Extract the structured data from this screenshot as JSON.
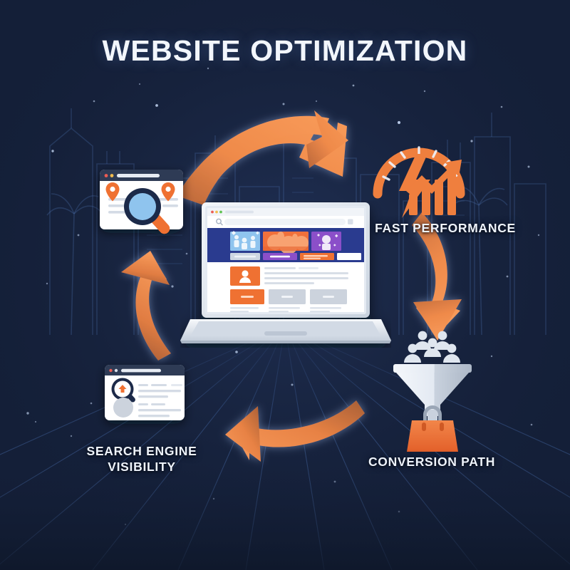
{
  "poster": {
    "title": "WEBSITE OPTIMIZATION",
    "background_color": "#141f38",
    "accent_color": "#ef7f3e",
    "text_color": "#eef3fb"
  },
  "nodes": [
    {
      "id": "seo-visibility",
      "label": "SEARCH ENGINE\nVISIBILITY",
      "icon": "search-results-card-icon",
      "position": "bottom-left"
    },
    {
      "id": "local-search",
      "label": "",
      "icon": "map-search-card-icon",
      "position": "top-left"
    },
    {
      "id": "fast-performance",
      "label": "FAST PERFORMANCE",
      "icon": "speedometer-growth-icon",
      "position": "top-right"
    },
    {
      "id": "conversion-path",
      "label": "CONVERSION PATH",
      "icon": "funnel-shopping-bag-icon",
      "position": "bottom-right"
    }
  ],
  "flow_arrows": [
    {
      "id": "arrow-top",
      "direction": "left-to-right",
      "color": "#ef7f3e"
    },
    {
      "id": "arrow-right",
      "direction": "top-to-bottom",
      "color": "#ef7f3e"
    },
    {
      "id": "arrow-bottom",
      "direction": "right-to-left",
      "color": "#ef7f3e"
    },
    {
      "id": "arrow-left",
      "direction": "bottom-to-top",
      "color": "#ef7f3e"
    }
  ],
  "laptop": {
    "browser": {
      "traffic_lights": [
        "#ec5b53",
        "#f3bd4e",
        "#61c354"
      ],
      "search_placeholder": "",
      "hero_background": "#2b3b8f",
      "hero_cards": [
        {
          "color": "#8fc4ee"
        },
        {
          "color": "#f0703a"
        },
        {
          "color": "#8b4fc9"
        }
      ],
      "hero_buttons": [
        {
          "color": "#cdd6e2"
        },
        {
          "color": "#8b4fc9"
        },
        {
          "color": "#ef7133"
        },
        {
          "color": "#ffffff"
        }
      ],
      "content": {
        "avatar_card_color": "#ef7133",
        "avatar_icon": "person-icon",
        "text_lines": 3,
        "cards": [
          {
            "color": "#ef7133"
          },
          {
            "color": "#ccd3dd"
          },
          {
            "color": "#ccd3dd"
          }
        ]
      }
    }
  },
  "icons": {
    "map_card": {
      "pins": 2,
      "pin_color": "#ef7133",
      "magnifier_lens_color": "#8fc4ee",
      "magnifier_rim_color": "#1d2a48",
      "magnifier_handle_color": "#ef7133"
    },
    "search_card": {
      "magnifier_rim_color": "#1d2a48",
      "marker_color": "#ef7133",
      "avatar_color": "#ccd3dd"
    },
    "speedometer": {
      "arc_color": "#ef7f3e",
      "bolt_color": "#ef7f3e",
      "bars": 4,
      "trend": "rising"
    },
    "funnel": {
      "people": 5,
      "people_color": "#dfe6ef",
      "funnel_color": "#eef2f7",
      "bag_color": "#ef7133"
    }
  }
}
